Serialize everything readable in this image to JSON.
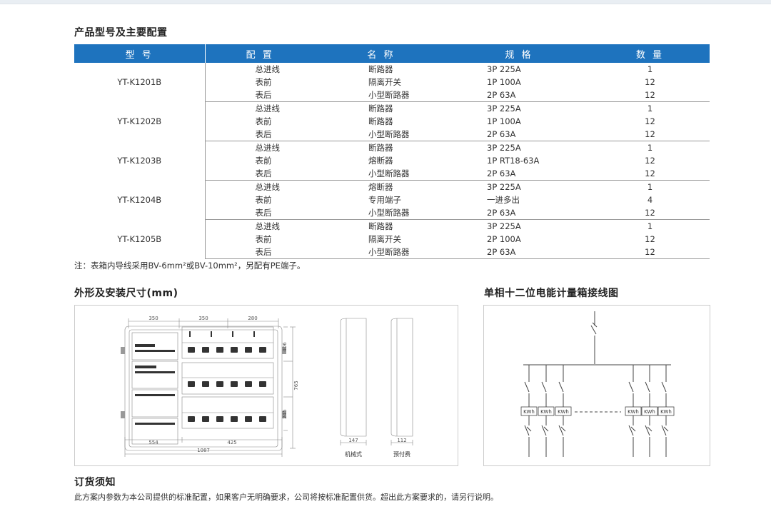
{
  "section1_title": "产品型号及主要配置",
  "table": {
    "headers": [
      "型 号",
      "配 置",
      "名 称",
      "规 格",
      "数 量"
    ],
    "groups": [
      {
        "model": "YT-K1201B",
        "rows": [
          [
            "总进线",
            "断路器",
            "3P  225A",
            "1"
          ],
          [
            "表前",
            "隔离开关",
            "1P  100A",
            "12"
          ],
          [
            "表后",
            "小型断路器",
            "2P  63A",
            "12"
          ]
        ]
      },
      {
        "model": "YT-K1202B",
        "rows": [
          [
            "总进线",
            "断路器",
            "3P  225A",
            "1"
          ],
          [
            "表前",
            "断路器",
            "1P  100A",
            "12"
          ],
          [
            "表后",
            "小型断路器",
            "2P  63A",
            "12"
          ]
        ]
      },
      {
        "model": "YT-K1203B",
        "rows": [
          [
            "总进线",
            "断路器",
            "3P  225A",
            "1"
          ],
          [
            "表前",
            "熔断器",
            "1P  RT18-63A",
            "12"
          ],
          [
            "表后",
            "小型断路器",
            "2P  63A",
            "12"
          ]
        ]
      },
      {
        "model": "YT-K1204B",
        "rows": [
          [
            "总进线",
            "熔断器",
            "3P  225A",
            "1"
          ],
          [
            "表前",
            "专用端子",
            "一进多出",
            "4"
          ],
          [
            "表后",
            "小型断路器",
            "2P  63A",
            "12"
          ]
        ]
      },
      {
        "model": "YT-K1205B",
        "rows": [
          [
            "总进线",
            "断路器",
            "3P  225A",
            "1"
          ],
          [
            "表前",
            "隔离开关",
            "2P  100A",
            "12"
          ],
          [
            "表后",
            "小型断路器",
            "2P  63A",
            "12"
          ]
        ]
      }
    ]
  },
  "note": "注：表箱内导线采用BV-6mm²或BV-10mm²，另配有PE端子。",
  "section2_title": "外形及安装尺寸(mm)",
  "section3_title": "单相十二位电能计量箱接线图",
  "dimensions": {
    "top": [
      "350",
      "350",
      "280"
    ],
    "bottom": [
      "554",
      "425"
    ],
    "total_width": "1087",
    "right": [
      "406",
      "245",
      "765"
    ],
    "side_a": {
      "depth": "147",
      "caption": "机械式"
    },
    "side_b": {
      "depth": "112",
      "caption": "预付费"
    }
  },
  "meter_label": "KWh",
  "section4_title": "订货须知",
  "footer": "此方案内参数为本公司提供的标准配置，如果客户无明确要求，公司将按标准配置供货。超出此方案要求的，请另行说明。"
}
